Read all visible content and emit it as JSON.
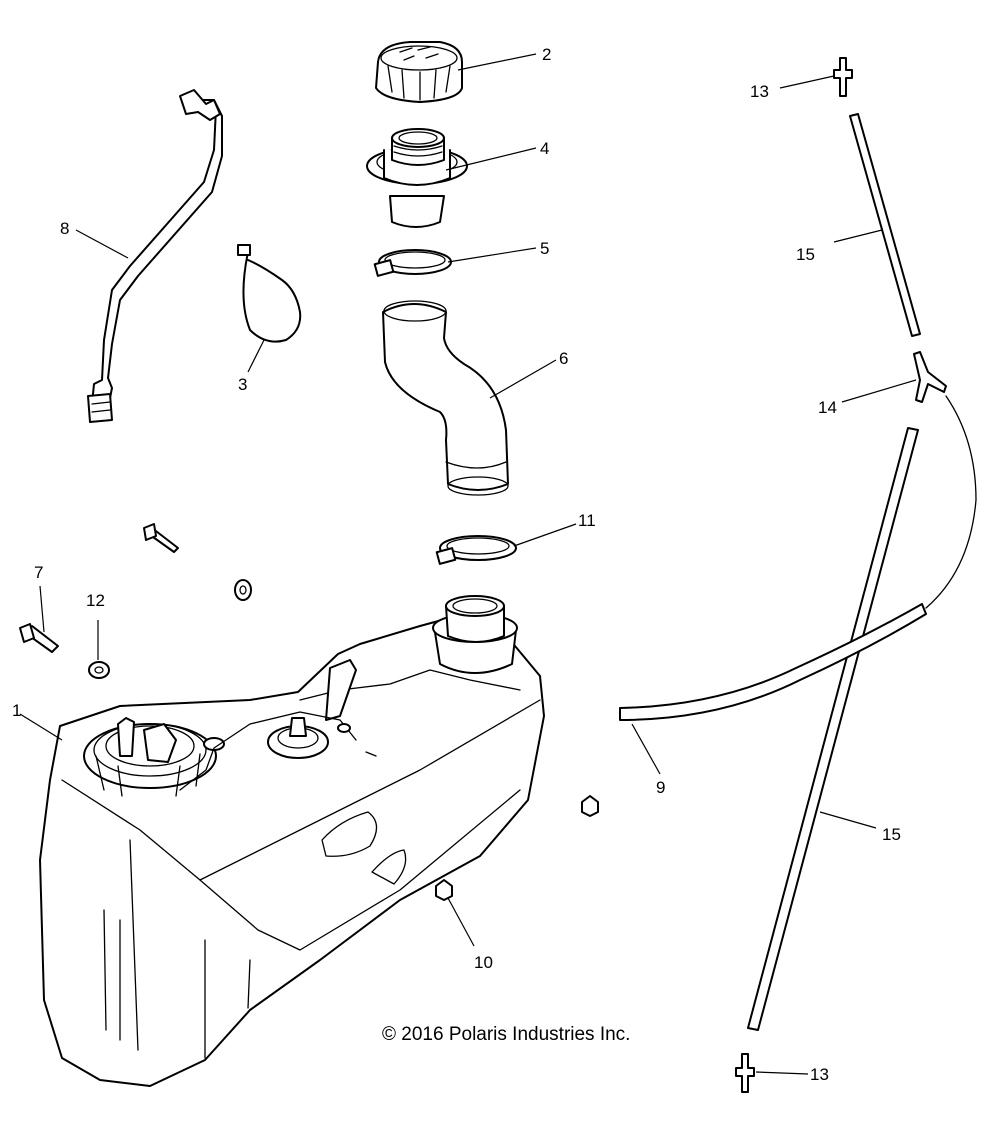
{
  "callouts": {
    "c1": "1",
    "c2": "2",
    "c3": "3",
    "c4": "4",
    "c5": "5",
    "c6": "6",
    "c7": "7",
    "c8": "8",
    "c9": "9",
    "c10": "10",
    "c11": "11",
    "c12": "12",
    "c13a": "13",
    "c13b": "13",
    "c14": "14",
    "c15a": "15",
    "c15b": "15"
  },
  "copyright": "© 2016 Polaris Industries Inc."
}
